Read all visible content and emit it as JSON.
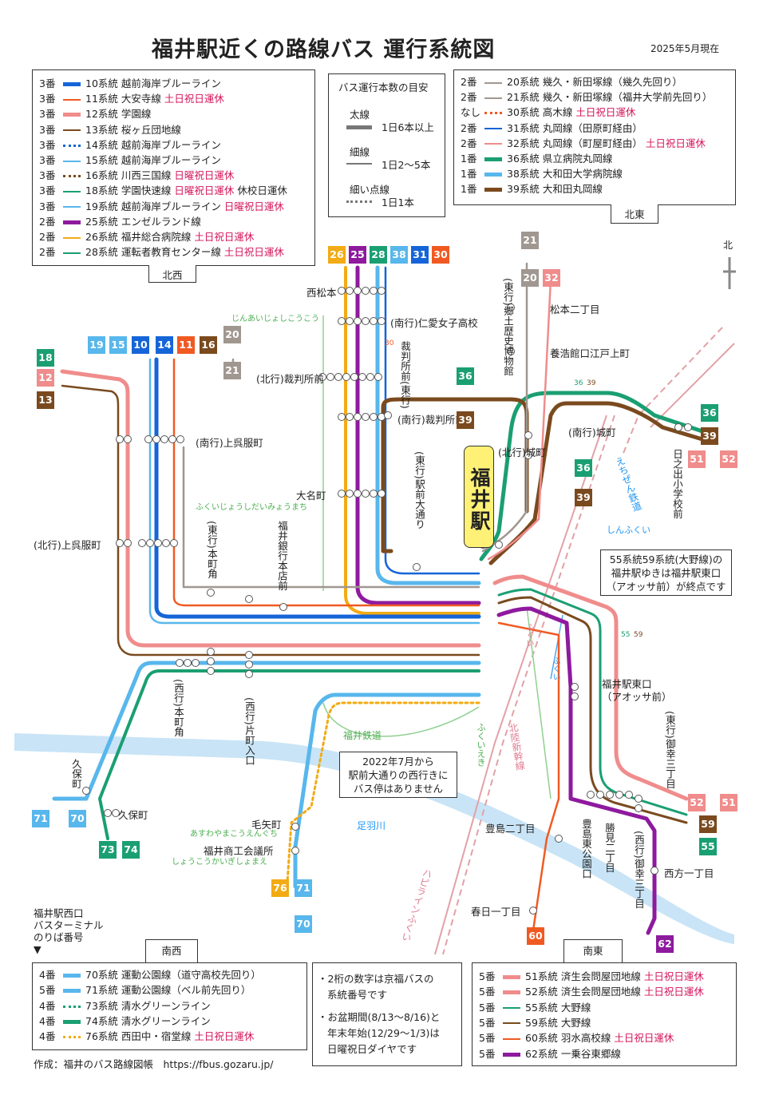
{
  "title": "福井駅近くの路線バス 運行系統図",
  "date": "2025年5月現在",
  "colors": {
    "r10": "#1565d8",
    "r11": "#f05a22",
    "r12": "#f08c8c",
    "r13": "#7a4a1e",
    "r15": "#58b7ec",
    "r18": "#1a9f72",
    "r20": "#a09790",
    "r25": "#8e1a9e",
    "r26": "#f2ab14",
    "r31": "#1565d8",
    "r36": "#1a9f72",
    "r38": "#58b7ec",
    "r39": "#7a4a1e",
    "r55": "#1a9f72",
    "r60": "#f05a22",
    "r62": "#8e1a9e",
    "water": "#c9e4f6",
    "rail": "#e2a1a6",
    "warn": "#d4145a",
    "station": "#fff176"
  },
  "legend_nw": {
    "dir": "北西",
    "rows": [
      {
        "plat": "3番",
        "num": "10系統",
        "name": "越前海岸ブルーライン",
        "warn": "",
        "extra": "",
        "style": "solid",
        "color": "#1565d8"
      },
      {
        "plat": "3番",
        "num": "11系統",
        "name": "大安寺線",
        "warn": "土日祝日運休",
        "extra": "",
        "style": "thin",
        "color": "#f05a22"
      },
      {
        "plat": "3番",
        "num": "12系統",
        "name": "学園線",
        "warn": "",
        "extra": "",
        "style": "solid",
        "color": "#f08c8c"
      },
      {
        "plat": "3番",
        "num": "13系統",
        "name": "桜ヶ丘団地線",
        "warn": "",
        "extra": "",
        "style": "thin",
        "color": "#7a4a1e"
      },
      {
        "plat": "3番",
        "num": "14系統",
        "name": "越前海岸ブルーライン",
        "warn": "",
        "extra": "",
        "style": "dot",
        "color": "#1565d8"
      },
      {
        "plat": "3番",
        "num": "15系統",
        "name": "越前海岸ブルーライン",
        "warn": "",
        "extra": "",
        "style": "thin",
        "color": "#58b7ec"
      },
      {
        "plat": "3番",
        "num": "16系統",
        "name": "川西三国線",
        "warn": "日曜祝日運休",
        "extra": "",
        "style": "dot",
        "color": "#7a4a1e"
      },
      {
        "plat": "3番",
        "num": "18系統",
        "name": "学園快速線",
        "warn": "日曜祝日運休",
        "extra": "休校日運休",
        "style": "thin",
        "color": "#1a9f72"
      },
      {
        "plat": "3番",
        "num": "19系統",
        "name": "越前海岸ブルーライン",
        "warn": "日曜祝日運休",
        "extra": "",
        "style": "thin",
        "color": "#58b7ec"
      },
      {
        "plat": "2番",
        "num": "25系統",
        "name": "エンゼルランド線",
        "warn": "",
        "extra": "",
        "style": "solid",
        "color": "#8e1a9e"
      },
      {
        "plat": "2番",
        "num": "26系統",
        "name": "福井総合病院線",
        "warn": "土日祝日運休",
        "extra": "",
        "style": "thin",
        "color": "#f2ab14"
      },
      {
        "plat": "2番",
        "num": "28系統",
        "name": "運転者教育センター線",
        "warn": "土日祝日運休",
        "extra": "",
        "style": "thin",
        "color": "#1a9f72"
      }
    ]
  },
  "legend_freq": {
    "title": "バス運行本数の目安",
    "rows": [
      {
        "label": "太線",
        "desc": "1日6本以上",
        "style": "solid"
      },
      {
        "label": "細線",
        "desc": "1日2～5本",
        "style": "thin"
      },
      {
        "label": "細い点線",
        "desc": "1日1本",
        "style": "dot"
      }
    ]
  },
  "legend_ne": {
    "dir": "北東",
    "rows": [
      {
        "plat": "2番",
        "num": "20系統",
        "name": "幾久・新田塚線（幾久先回り）",
        "warn": "",
        "style": "thin",
        "color": "#a09790"
      },
      {
        "plat": "2番",
        "num": "21系統",
        "name": "幾久・新田塚線（福井大学前先回り）",
        "warn": "",
        "style": "thin",
        "color": "#a09790"
      },
      {
        "plat": "なし",
        "num": "30系統",
        "name": "高木線",
        "warn": "土日祝日運休",
        "style": "dot",
        "color": "#f05a22"
      },
      {
        "plat": "2番",
        "num": "31系統",
        "name": "丸岡線（田原町経由）",
        "warn": "",
        "style": "thin",
        "color": "#1565d8"
      },
      {
        "plat": "2番",
        "num": "32系統",
        "name": "丸岡線（町屋町経由）",
        "warn": "土日祝日運休",
        "style": "thin",
        "color": "#f08c8c"
      },
      {
        "plat": "1番",
        "num": "36系統",
        "name": "県立病院丸岡線",
        "warn": "",
        "style": "solid",
        "color": "#1a9f72"
      },
      {
        "plat": "1番",
        "num": "38系統",
        "name": "大和田大学病院線",
        "warn": "",
        "style": "solid",
        "color": "#58b7ec"
      },
      {
        "plat": "1番",
        "num": "39系統",
        "name": "大和田丸岡線",
        "warn": "",
        "style": "solid",
        "color": "#7a4a1e"
      }
    ]
  },
  "legend_sw": {
    "dir": "南西",
    "rows": [
      {
        "plat": "4番",
        "num": "70系統",
        "name": "運動公園線（道守高校先回り）",
        "warn": "",
        "style": "solid",
        "color": "#58b7ec"
      },
      {
        "plat": "5番",
        "num": "71系統",
        "name": "運動公園線（ベル前先回り）",
        "warn": "",
        "style": "solid",
        "color": "#58b7ec"
      },
      {
        "plat": "4番",
        "num": "73系統",
        "name": "清水グリーンライン",
        "warn": "",
        "style": "dot",
        "color": "#1a9f72"
      },
      {
        "plat": "4番",
        "num": "74系統",
        "name": "清水グリーンライン",
        "warn": "",
        "style": "solid",
        "color": "#1a9f72"
      },
      {
        "plat": "4番",
        "num": "76系統",
        "name": "西田中・宿堂線",
        "warn": "土日祝日運休",
        "style": "dot",
        "color": "#f2ab14"
      }
    ]
  },
  "legend_se": {
    "dir": "南東",
    "rows": [
      {
        "plat": "5番",
        "num": "51系統",
        "name": "済生会問屋団地線",
        "warn": "土日祝日運休",
        "style": "solid",
        "color": "#f08c8c"
      },
      {
        "plat": "5番",
        "num": "52系統",
        "name": "済生会問屋団地線",
        "warn": "土日祝日運休",
        "style": "solid",
        "color": "#f08c8c"
      },
      {
        "plat": "5番",
        "num": "55系統",
        "name": "大野線",
        "warn": "",
        "style": "thin",
        "color": "#1a9f72"
      },
      {
        "plat": "5番",
        "num": "59系統",
        "name": "大野線",
        "warn": "",
        "style": "thin",
        "color": "#7a4a1e"
      },
      {
        "plat": "5番",
        "num": "60系統",
        "name": "羽水高校線",
        "warn": "土日祝日運休",
        "style": "thin",
        "color": "#f05a22"
      },
      {
        "plat": "5番",
        "num": "62系統",
        "name": "一乗谷東郷線",
        "warn": "",
        "style": "solid",
        "color": "#8e1a9e"
      }
    ]
  },
  "notes": {
    "bottom_mid": [
      "・2桁の数字は京福バスの",
      "系統番号です",
      "・お盆期間(8/13～8/16)と",
      "年末年始(12/29～1/3)は",
      "日曜祝日ダイヤです"
    ],
    "ekimae": [
      "2022年7月から",
      "駅前大通りの西行きに",
      "バス停はありません"
    ],
    "ohno": [
      "55系統59系統(大野線)の",
      "福井駅ゆきは福井駅東口",
      "（アオッサ前）が終点です"
    ],
    "westexit": [
      "福井駅西口",
      "バスターミナル",
      "のりば番号"
    ],
    "credit": "作成：福井のバス路線図帳　https://fbus.gozaru.jp/",
    "compass": "北"
  },
  "station": "福井駅",
  "stops": {
    "nishimatsumoto": "西松本",
    "jinai": "(南行)仁愛女子高校",
    "jinai_kana": "じんあいじょしこうこう",
    "saibansho_n": "(北行)裁判所前",
    "saibansho_s": "(南行)裁判所前",
    "saibansho_e": "裁判所前(東行)",
    "kamigofuku_s": "(南行)上呉服町",
    "kamigofuku_n": "(北行)上呉服町",
    "daimyo": "大名町",
    "daimyo_kana": "ふくいじょうしだいみょうまち",
    "honmachikado_e": "(東行)本町角",
    "ginko": "福井銀行本店前",
    "ekimae": "(東行)駅前大通り",
    "honmachikado_w": "(西行)本町角",
    "katamachi": "(西行)片町入口",
    "kubo1": "久保町",
    "kubo2": "久保町",
    "keyacho": "毛矢町",
    "keyacho_kana": "あすわやまこうえんぐち",
    "shokaigisho": "福井商工会議所",
    "shokaigisho_kana": "しょうこうかいぎしょまえ",
    "matsumoto2": "松本二丁目",
    "yojo": "養浩館口江戸上町",
    "kyodo": "(東行)郷土歴史博物館",
    "jomachi_s": "(南行)城町",
    "jomachi_n": "(北行)城町",
    "hinode": "日之出小学校前",
    "eastexit": "福井駅東口",
    "eastexit2": "（アオッサ前）",
    "gokou": "(東行)御幸三丁目",
    "gokou_w": "(西行)御幸三丁目",
    "toyoshima": "豊島二丁目",
    "toyoshima_park": "豊島東公園口",
    "katsumi": "勝見二丁目",
    "nishikata": "西方一丁目",
    "kasuga": "春日一丁目",
    "river_asuwa": "足羽川",
    "rail_fukutetsu": "福井鉄道",
    "rail_echizen": "えちぜん鉄道",
    "rail_hokuriku": "北陸新幹線",
    "rail_hapiline": "ハピラインふくい",
    "sta_fukui_kana": "ふくい",
    "sta_fukui2": "ふくい",
    "sta_fukuieki": "ふくいえき",
    "sta_shinfuku": "しんふくい"
  },
  "badges": [
    {
      "t": "26",
      "c": "#f2ab14"
    },
    {
      "t": "25",
      "c": "#8e1a9e"
    },
    {
      "t": "28",
      "c": "#1a9f72"
    },
    {
      "t": "38",
      "c": "#58b7ec"
    },
    {
      "t": "31",
      "c": "#1565d8"
    },
    {
      "t": "30",
      "c": "#f05a22"
    },
    {
      "t": "19",
      "c": "#58b7ec"
    },
    {
      "t": "15",
      "c": "#58b7ec"
    },
    {
      "t": "10",
      "c": "#1565d8"
    },
    {
      "t": "14",
      "c": "#1565d8"
    },
    {
      "t": "11",
      "c": "#f05a22"
    },
    {
      "t": "16",
      "c": "#7a4a1e"
    },
    {
      "t": "20",
      "c": "#a09790"
    },
    {
      "t": "21",
      "c": "#a09790"
    },
    {
      "t": "18",
      "c": "#1a9f72"
    },
    {
      "t": "12",
      "c": "#f08c8c"
    },
    {
      "t": "13",
      "c": "#7a4a1e"
    },
    {
      "t": "21",
      "c": "#a09790"
    },
    {
      "t": "20",
      "c": "#a09790"
    },
    {
      "t": "32",
      "c": "#f08c8c"
    },
    {
      "t": "36",
      "c": "#1a9f72"
    },
    {
      "t": "39",
      "c": "#7a4a1e"
    },
    {
      "t": "36",
      "c": "#1a9f72"
    },
    {
      "t": "39",
      "c": "#7a4a1e"
    },
    {
      "t": "51",
      "c": "#f08c8c"
    },
    {
      "t": "52",
      "c": "#f08c8c"
    },
    {
      "t": "36",
      "c": "#1a9f72"
    },
    {
      "t": "39",
      "c": "#7a4a1e"
    },
    {
      "t": "52",
      "c": "#f08c8c"
    },
    {
      "t": "51",
      "c": "#f08c8c"
    },
    {
      "t": "59",
      "c": "#7a4a1e"
    },
    {
      "t": "55",
      "c": "#1a9f72"
    },
    {
      "t": "71",
      "c": "#58b7ec"
    },
    {
      "t": "70",
      "c": "#58b7ec"
    },
    {
      "t": "73",
      "c": "#1a9f72"
    },
    {
      "t": "74",
      "c": "#1a9f72"
    },
    {
      "t": "76",
      "c": "#f2ab14"
    },
    {
      "t": "71",
      "c": "#58b7ec"
    },
    {
      "t": "70",
      "c": "#58b7ec"
    },
    {
      "t": "60",
      "c": "#f05a22"
    },
    {
      "t": "62",
      "c": "#8e1a9e"
    }
  ],
  "mini": {
    "a": "36",
    "b": "39",
    "c": "55",
    "d": "59",
    "e": "30"
  }
}
